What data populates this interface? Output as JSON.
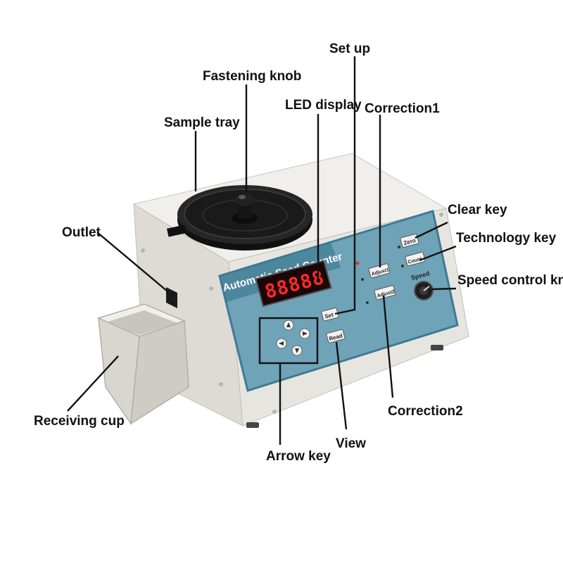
{
  "panel": {
    "title": "Automatic Seed Counter",
    "led_value": "88888",
    "keys": {
      "set": "Set",
      "read": "Read",
      "zero": "Zero",
      "count": "Count",
      "adjust1": "Adjust1",
      "adjust2": "Adjust2",
      "speed": "Speed"
    }
  },
  "labels": {
    "set_up": "Set up",
    "fastening_knob": "Fastening knob",
    "led_display": "LED display",
    "correction1": "Correction1",
    "sample_tray": "Sample tray",
    "clear_key": "Clear key",
    "technology_key": "Technology key",
    "outlet": "Outlet",
    "speed_control_knob": "Speed control knob",
    "receiving_cup": "Receiving cup",
    "correction2": "Correction2",
    "view": "View",
    "arrow_key": "Arrow key"
  },
  "colors": {
    "body": "#e9e7e2",
    "panel": "#6fa3b7",
    "panel_dark": "#3f7a93",
    "led_bg": "#1b0707",
    "led_digit": "#ff2a2a",
    "tray": "#1c1c1c",
    "cup": "#d8d6d2"
  }
}
